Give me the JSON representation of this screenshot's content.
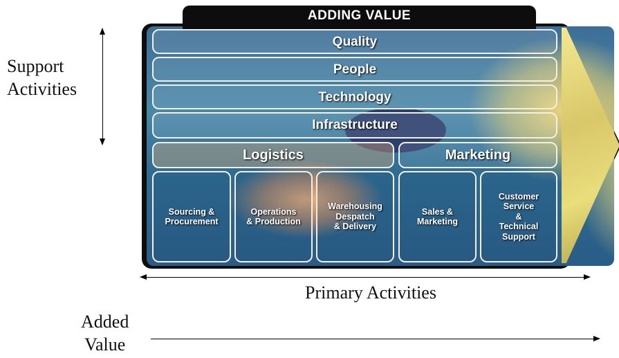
{
  "header": {
    "title": "ADDING VALUE"
  },
  "side_labels": {
    "support_line1": "Support",
    "support_line2": "Activities",
    "primary": "Primary Activities",
    "added_line1": "Added",
    "added_line2": "Value"
  },
  "support_bands": [
    "Quality",
    "People",
    "Technology",
    "Infrastructure"
  ],
  "groups": {
    "logistics": "Logistics",
    "marketing": "Marketing"
  },
  "primary_cells": [
    "Sourcing &\nProcurement",
    "Operations\n& Production",
    "Warehousing\nDespatch\n& Delivery",
    "Sales &\nMarketing",
    "Customer\nService\n&\nTechnical\nSupport"
  ],
  "colors": {
    "frame": "#0d0d0d",
    "band_border": "#f4efe6",
    "arrow_gold": "#e9dd7c"
  }
}
